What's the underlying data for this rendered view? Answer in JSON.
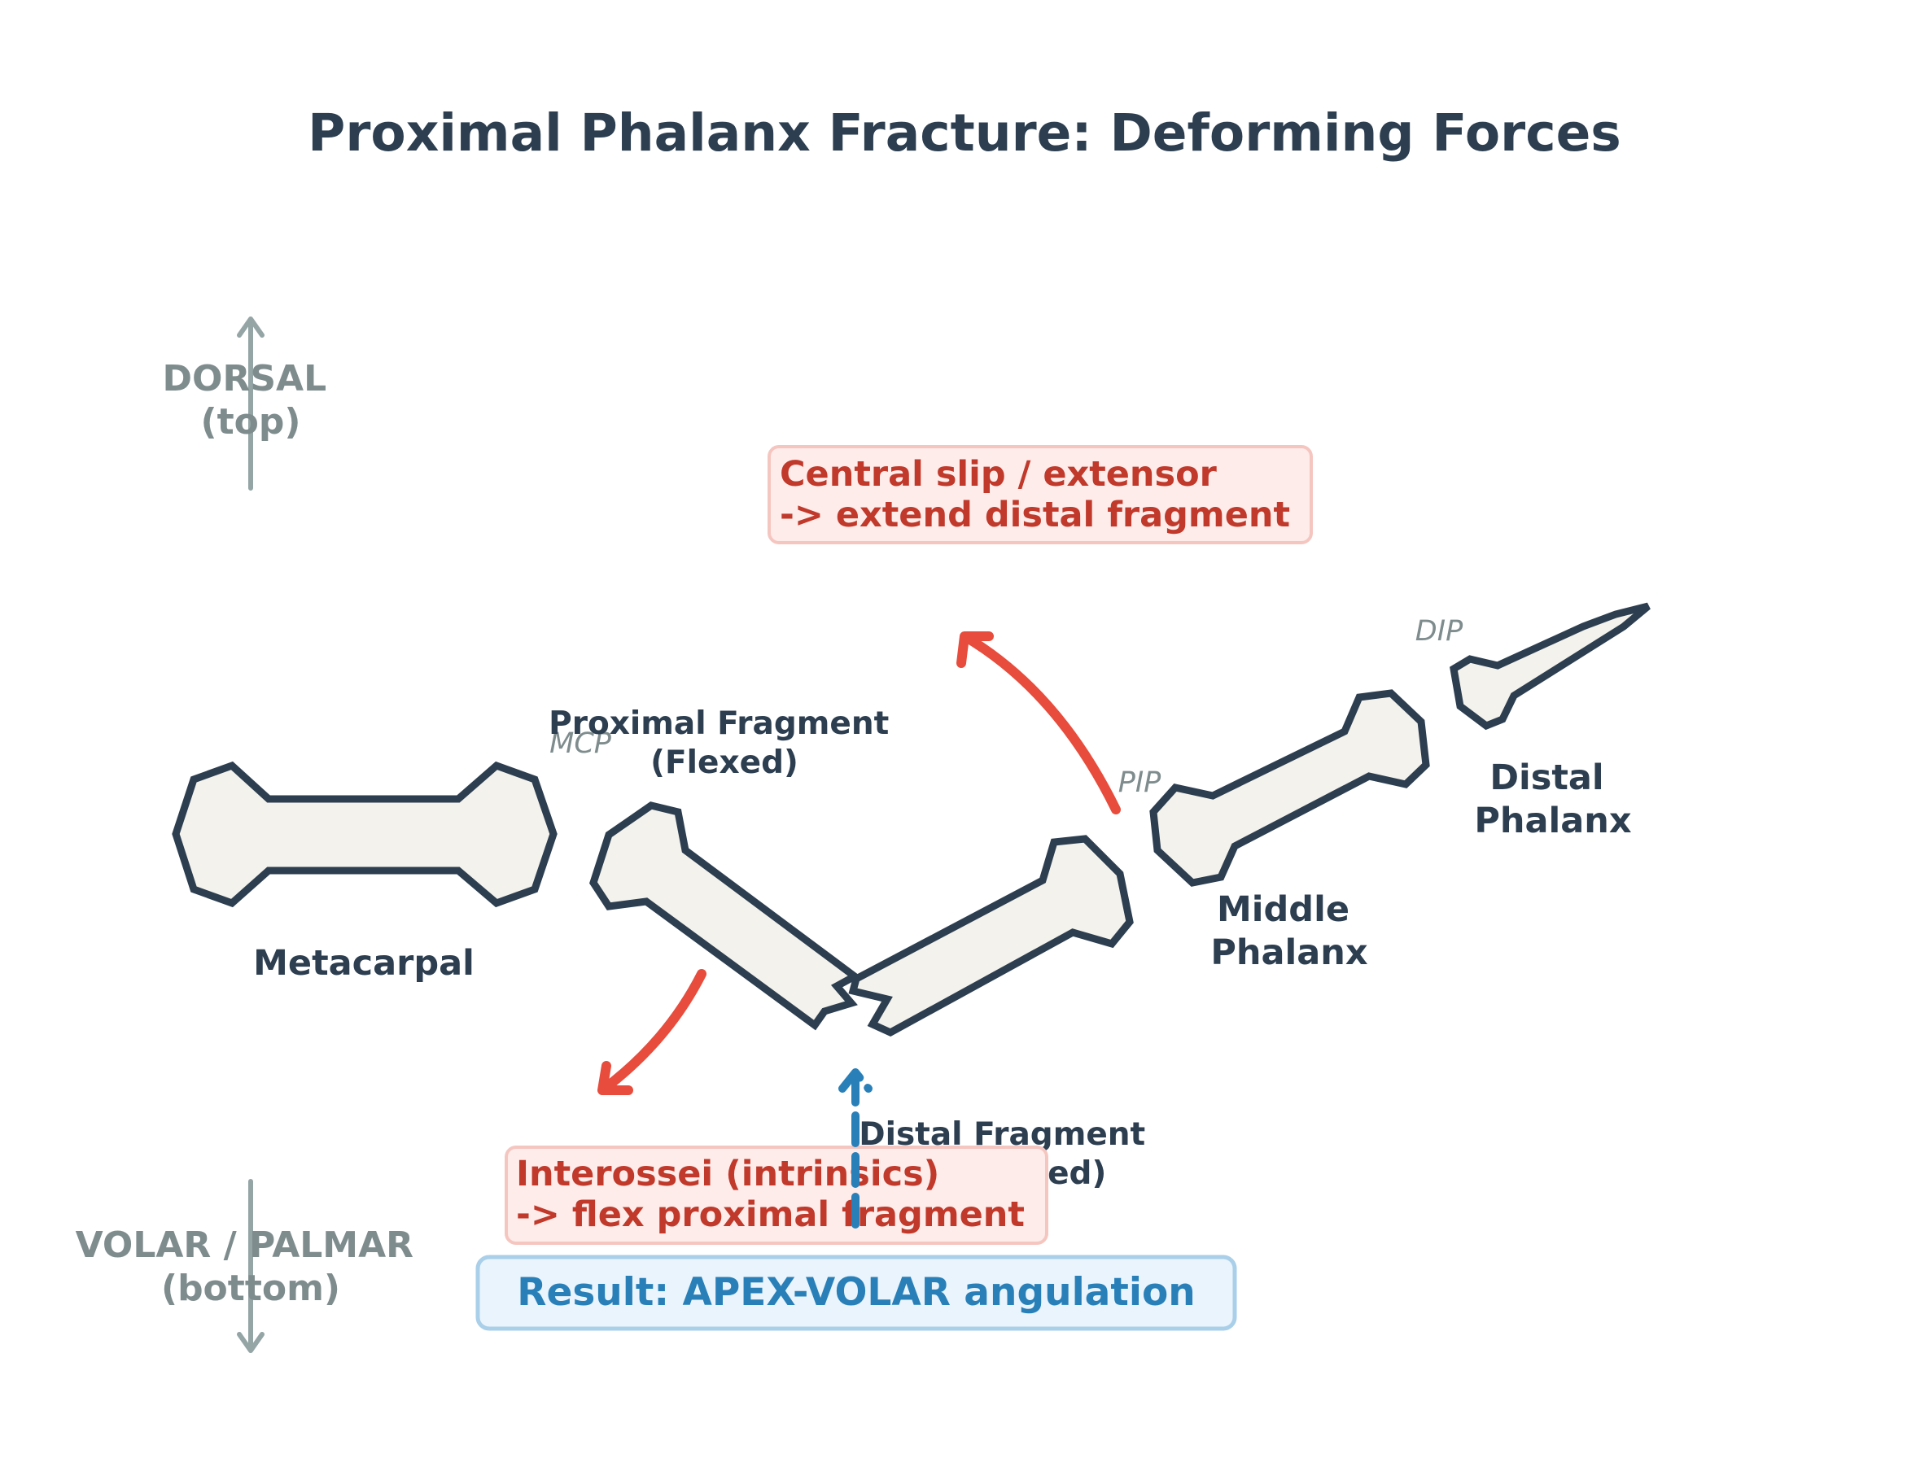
{
  "title": "Proximal Phalanx Fracture: Deforming Forces",
  "orientation": {
    "dorsal": [
      "DORSAL",
      "(top)"
    ],
    "volar": [
      "VOLAR / PALMAR",
      "(bottom)"
    ]
  },
  "bones": {
    "metacarpal": "Metacarpal",
    "proximal_fragment": [
      "Proximal Fragment",
      "(Flexed)"
    ],
    "distal_fragment": [
      "Distal Fragment",
      "(Extended)"
    ],
    "middle_phalanx": [
      "Middle",
      "Phalanx"
    ],
    "distal_phalanx": [
      "Distal",
      "Phalanx"
    ]
  },
  "joints": {
    "mcp": "MCP",
    "pip": "PIP",
    "dip": "DIP"
  },
  "forces": {
    "extensor": [
      "Central slip / extensor",
      "-> extend distal fragment"
    ],
    "interossei": [
      "Interossei (intrinsics)",
      "-> flex proximal fragment"
    ]
  },
  "result": "Result: APEX-VOLAR angulation",
  "colors": {
    "bone_fill": "#f4f2ec",
    "bone_outline": "#2c3e50",
    "force": "#e74c3c",
    "result": "#2980b9",
    "orientation": "#95a5a6"
  }
}
